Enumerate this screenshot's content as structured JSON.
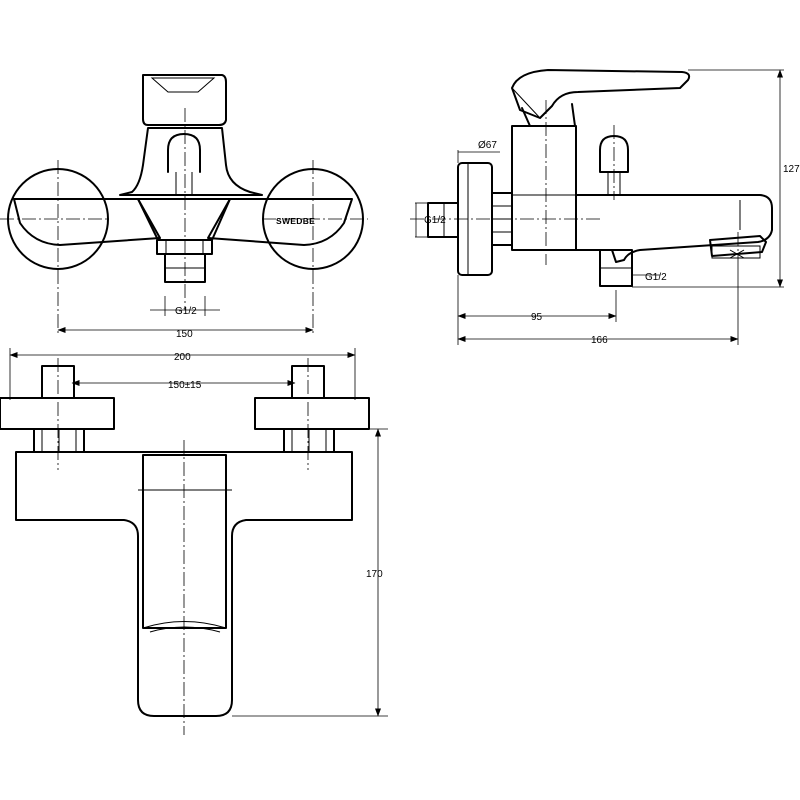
{
  "front_view": {
    "brand_text": "SWEDBE",
    "dim_outlet_thread": "G1/2",
    "dim_inlet_spacing": "150"
  },
  "side_view": {
    "dim_flange_diameter": "Ø67",
    "dim_inlet_thread": "G1/2",
    "dim_outlet_thread": "G1/2",
    "dim_height": "127",
    "dim_wall_to_outlet": "95",
    "dim_total_depth": "166"
  },
  "top_view": {
    "dim_total_width": "200",
    "dim_inlet_spacing": "150±15",
    "dim_depth": "170"
  }
}
